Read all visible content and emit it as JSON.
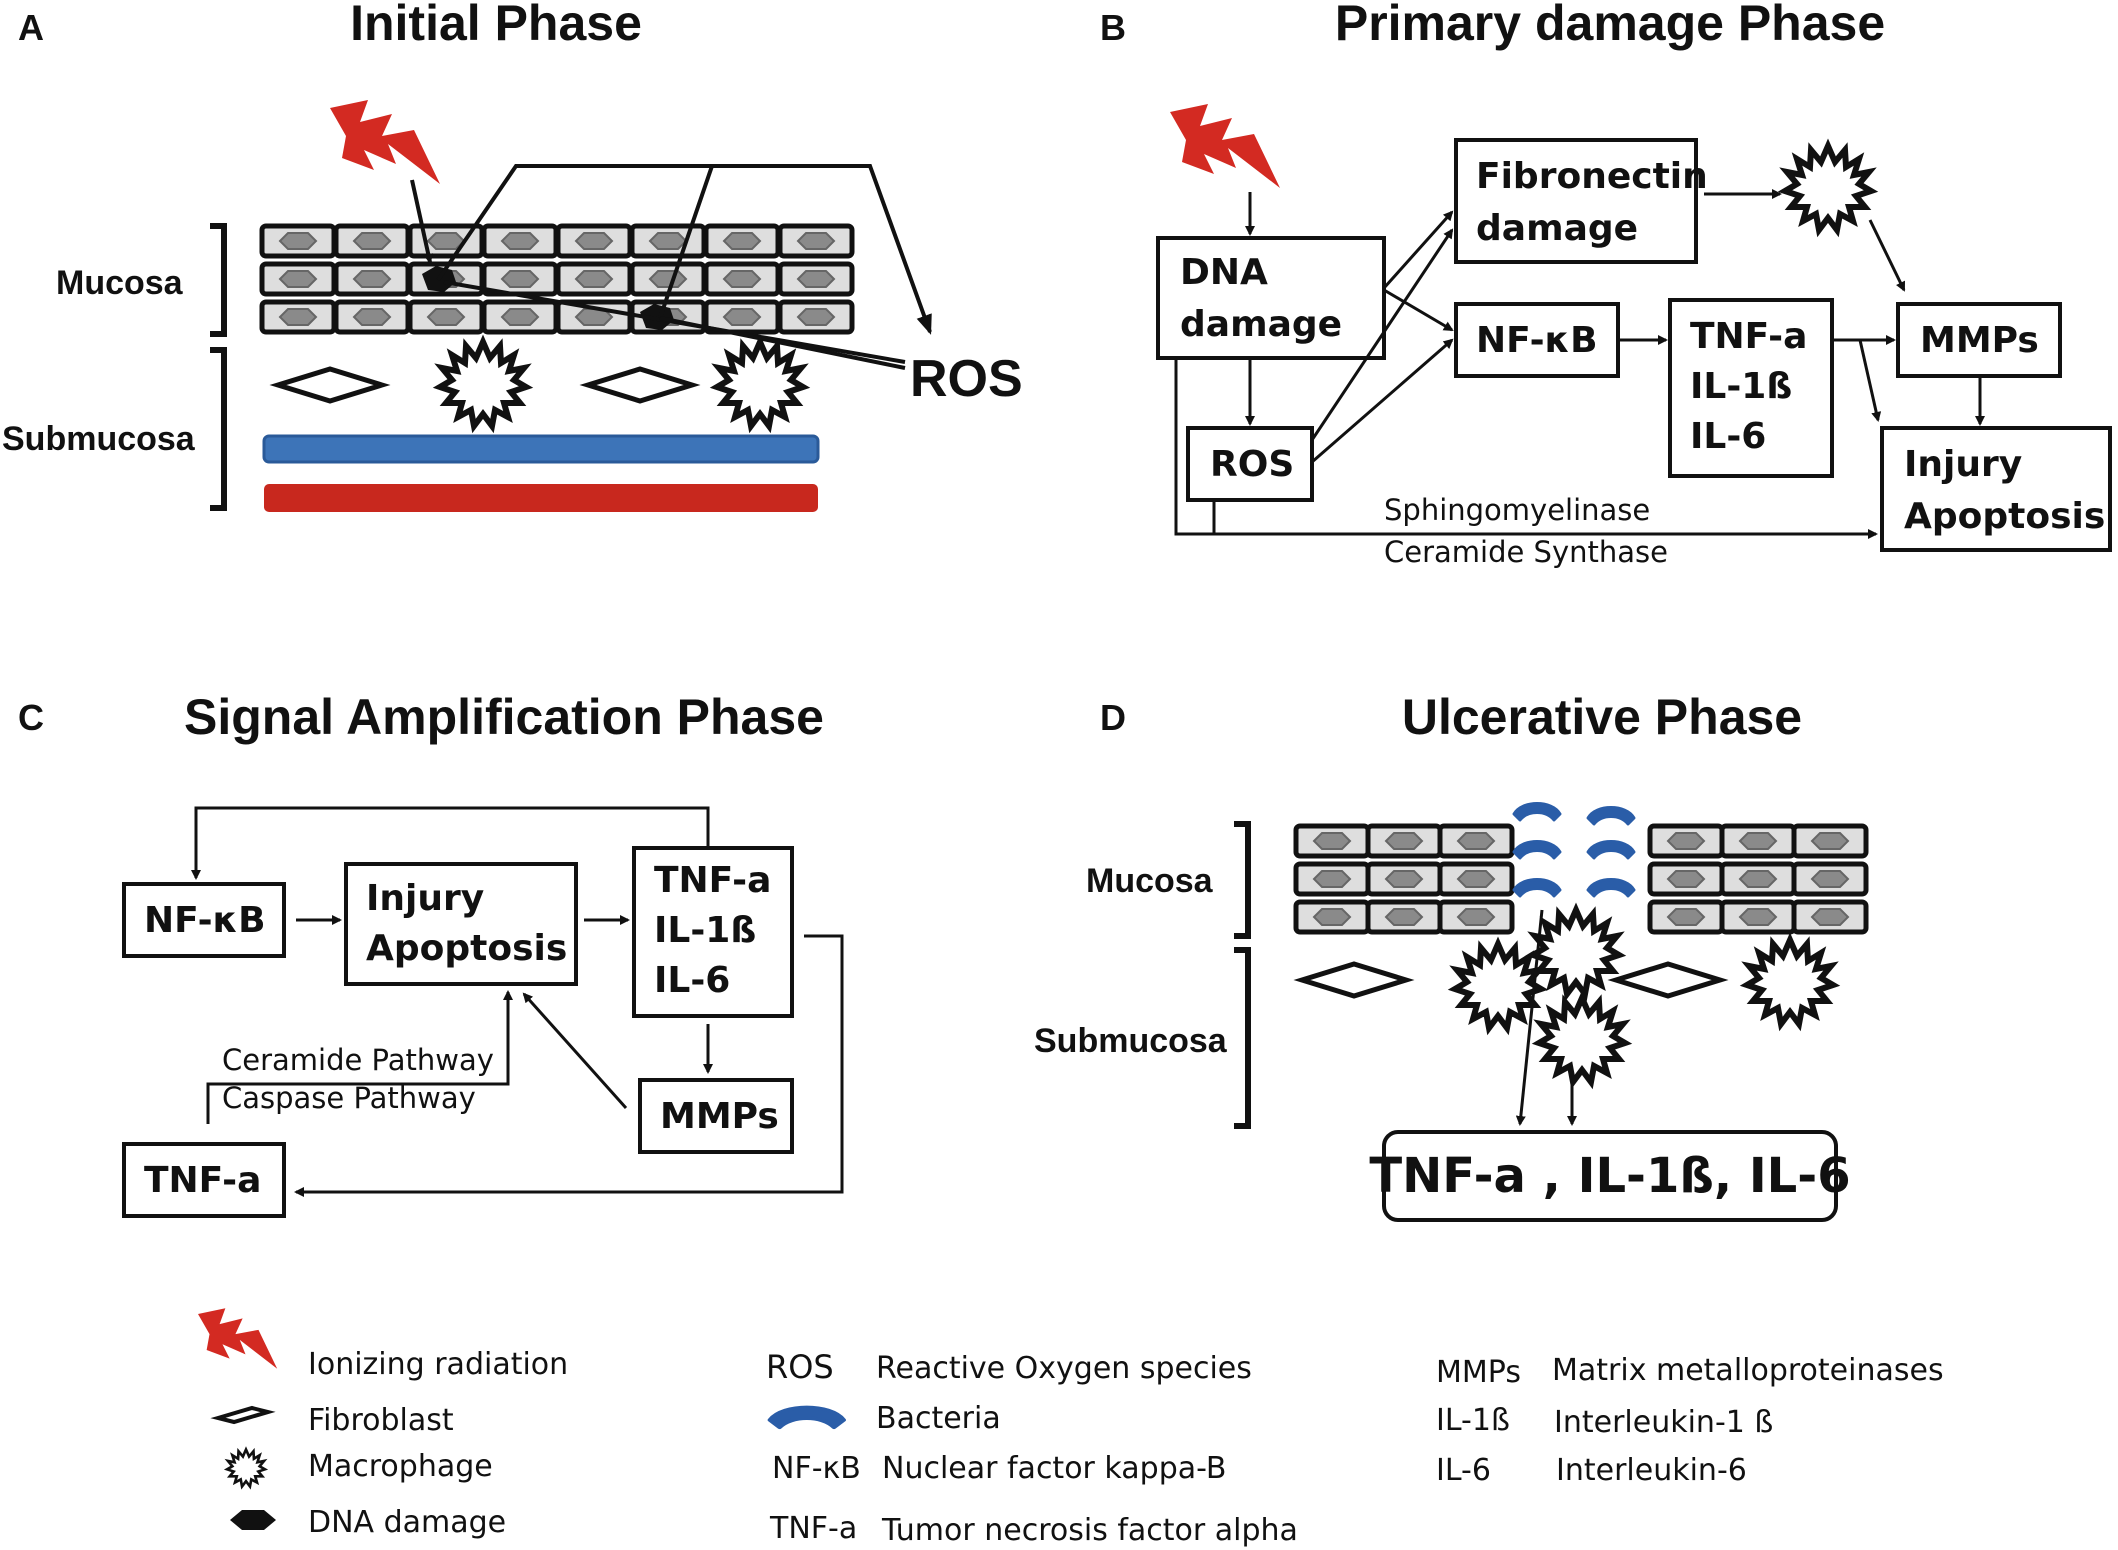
{
  "panel_a": {
    "letter": "A",
    "title": "Initial Phase",
    "mucosa": "Mucosa",
    "submucosa": "Submucosa",
    "ros": "ROS"
  },
  "panel_b": {
    "letter": "B",
    "title": "Primary damage Phase",
    "dna_1": "DNA",
    "dna_2": "damage",
    "fibronectin_1": "Fibronectin",
    "fibronectin_2": "damage",
    "nfkb": "NF-κB",
    "tnf": "TNF-a",
    "il1": "IL-1ß",
    "il6": "IL-6",
    "mmps": "MMPs",
    "ros": "ROS",
    "injury": "Injury",
    "apoptosis": "Apoptosis",
    "sphingo": "Sphingomyelinase",
    "ceramide": "Ceramide Synthase"
  },
  "panel_c": {
    "letter": "C",
    "title": "Signal Amplification Phase",
    "nfkb": "NF-κB",
    "injury": "Injury",
    "apoptosis": "Apoptosis",
    "tnf": "TNF-a",
    "il1": "IL-1ß",
    "il6": "IL-6",
    "mmps": "MMPs",
    "tnf2": "TNF-a",
    "ceramide": "Ceramide Pathway",
    "caspase": "Caspase Pathway"
  },
  "panel_d": {
    "letter": "D",
    "title": "Ulcerative Phase",
    "mucosa": "Mucosa",
    "submucosa": "Submucosa",
    "cytokines": "TNF-a , IL-1ß, IL-6"
  },
  "legend": {
    "ionizing": "Ionizing radiation",
    "fibroblast": "Fibroblast",
    "macrophage": "Macrophage",
    "dna_damage": "DNA damage",
    "ros_key": "ROS",
    "ros_val": "Reactive Oxygen species",
    "bacteria": "Bacteria",
    "nfkb_key": "NF-κB",
    "nfkb_val": "Nuclear factor kappa-B",
    "tnf_key": "TNF-a",
    "tnf_val": "Tumor necrosis factor alpha",
    "mmps_key": "MMPs",
    "mmps_val": "Matrix metalloproteinases",
    "il1_key": "IL-1ß",
    "il1_val": "Interleukin-1 ß",
    "il6_key": "IL-6",
    "il6_val": "Interleukin-6"
  },
  "colors": {
    "radiation": "#d32a22",
    "vein": "#3d74b8",
    "artery": "#c8281e",
    "bacteria": "#2a5da8",
    "cell_fill": "#b8b8b8",
    "cell_border": "#1a1a1a"
  }
}
